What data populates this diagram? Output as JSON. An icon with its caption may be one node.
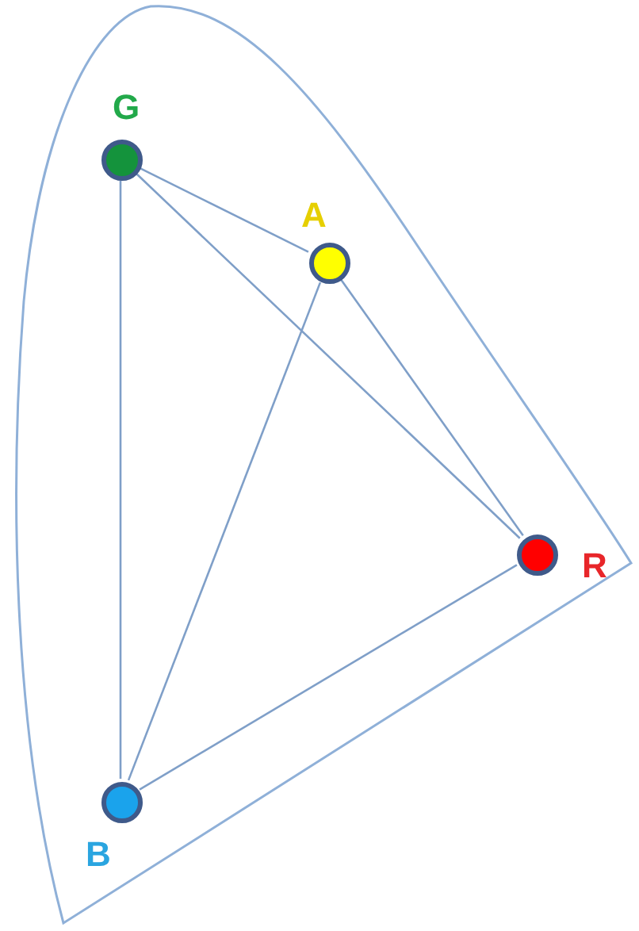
{
  "diagram": {
    "nodes": [
      {
        "text": [
          "G"
        ]
      },
      {
        "text": [
          "A"
        ]
      },
      {
        "text": [
          "R"
        ]
      },
      {
        "text": [
          "B"
        ]
      }
    ],
    "edges": [
      {
        "from": 0,
        "to": 1,
        "arrow": "none"
      },
      {
        "from": 0,
        "to": 2,
        "arrow": "none"
      },
      {
        "from": 0,
        "to": 3,
        "arrow": "none"
      },
      {
        "from": 1,
        "to": 2,
        "arrow": "none"
      },
      {
        "from": 1,
        "to": 3,
        "arrow": "none"
      },
      {
        "from": 3,
        "to": 2,
        "arrow": "none"
      }
    ]
  }
}
